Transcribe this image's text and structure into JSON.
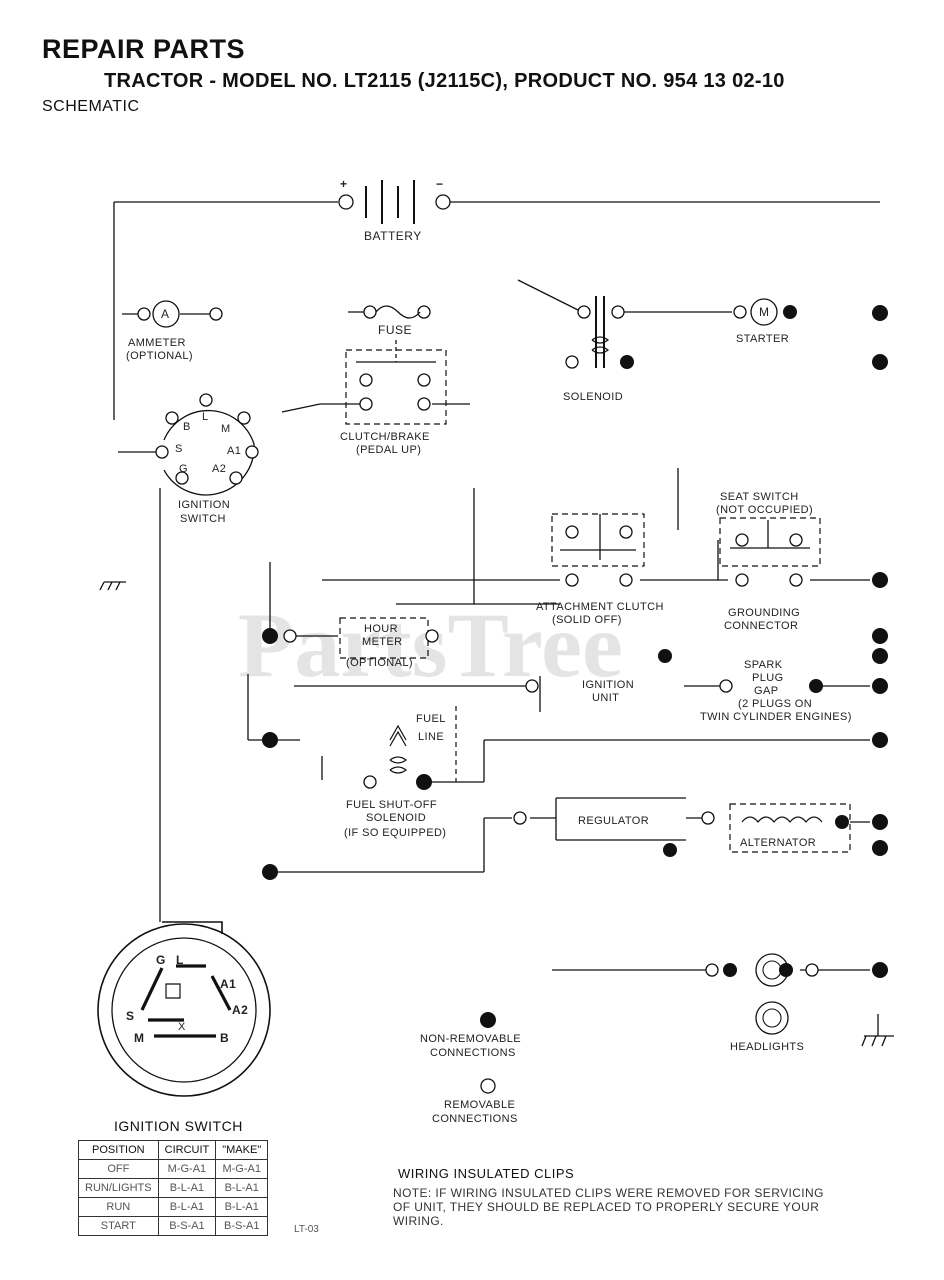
{
  "header": {
    "title": "REPAIR PARTS",
    "subtitle": "TRACTOR - MODEL NO. LT2115 (J2115C), PRODUCT NO. 954 13 02-10",
    "section": "SCHEMATIC"
  },
  "watermark": "PartsTree",
  "components": {
    "battery": "BATTERY",
    "battery_plus": "+",
    "battery_minus": "−",
    "ammeter": [
      "AMMETER",
      "(OPTIONAL)"
    ],
    "ammeter_symbol": "A",
    "fuse": "FUSE",
    "solenoid": "SOLENOID",
    "starter": "STARTER",
    "starter_symbol": "M",
    "clutch_brake": [
      "CLUTCH/BRAKE",
      "(PEDAL UP)"
    ],
    "ignition_switch_small": [
      "IGNITION",
      "SWITCH"
    ],
    "ign_terminals": [
      "B",
      "S",
      "G",
      "M",
      "A1",
      "A2",
      "L"
    ],
    "seat_switch": [
      "SEAT SWITCH",
      "(NOT OCCUPIED)"
    ],
    "attachment_clutch": [
      "ATTACHMENT CLUTCH",
      "(SOLID OFF)"
    ],
    "grounding_connector": [
      "GROUNDING",
      "CONNECTOR"
    ],
    "hour_meter": [
      "HOUR",
      "METER",
      "(OPTIONAL)"
    ],
    "ignition_unit": [
      "IGNITION",
      "UNIT"
    ],
    "spark_plug": [
      "SPARK",
      "PLUG",
      "GAP",
      "(2 PLUGS ON",
      "TWIN CYLINDER ENGINES)"
    ],
    "fuel_line": [
      "FUEL",
      "LINE"
    ],
    "fuel_solenoid": [
      "FUEL SHUT-OFF",
      "SOLENOID",
      "(IF SO EQUIPPED)"
    ],
    "regulator": "REGULATOR",
    "alternator": "ALTERNATOR",
    "headlights": "HEADLIGHTS",
    "non_removable": [
      "NON-REMOVABLE",
      "CONNECTIONS"
    ],
    "removable": [
      "REMOVABLE",
      "CONNECTIONS"
    ]
  },
  "ignition_switch_big": {
    "caption": "IGNITION SWITCH",
    "terminals": [
      "G",
      "L",
      "A1",
      "A2",
      "S",
      "M",
      "B",
      "X"
    ]
  },
  "table": {
    "headers": [
      "POSITION",
      "CIRCUIT",
      "\"MAKE\""
    ],
    "rows": [
      [
        "OFF",
        "M-G-A1",
        "M-G-A1"
      ],
      [
        "RUN/LIGHTS",
        "B-L-A1",
        "B-L-A1"
      ],
      [
        "RUN",
        "B-L-A1",
        "B-L-A1"
      ],
      [
        "START",
        "B-S-A1",
        "B-S-A1"
      ]
    ]
  },
  "clips": {
    "title": "WIRING INSULATED CLIPS",
    "note": "NOTE: IF WIRING INSULATED CLIPS WERE REMOVED FOR SERVICING OF UNIT, THEY SHOULD BE REPLACED TO PROPERLY SECURE YOUR WIRING."
  },
  "ref": "LT-03"
}
